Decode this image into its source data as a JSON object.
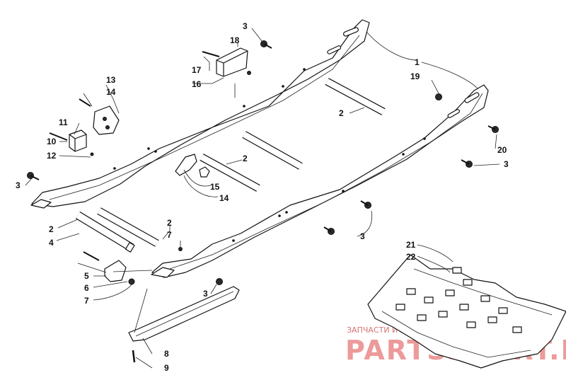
{
  "callouts": [
    {
      "id": "c1",
      "text": "1"
    },
    {
      "id": "c3a",
      "text": "3"
    },
    {
      "id": "c18",
      "text": "18"
    },
    {
      "id": "c19",
      "text": "19"
    },
    {
      "id": "c17",
      "text": "17"
    },
    {
      "id": "c16",
      "text": "16"
    },
    {
      "id": "c13",
      "text": "13"
    },
    {
      "id": "c14a",
      "text": "14"
    },
    {
      "id": "c2a",
      "text": "2"
    },
    {
      "id": "c11",
      "text": "11"
    },
    {
      "id": "c20",
      "text": "20"
    },
    {
      "id": "c10",
      "text": "10"
    },
    {
      "id": "c12",
      "text": "12"
    },
    {
      "id": "c2b",
      "text": "2"
    },
    {
      "id": "c3b",
      "text": "3"
    },
    {
      "id": "c3c",
      "text": "3"
    },
    {
      "id": "c15",
      "text": "15"
    },
    {
      "id": "c14b",
      "text": "14"
    },
    {
      "id": "c3d",
      "text": "3"
    },
    {
      "id": "c2c",
      "text": "2"
    },
    {
      "id": "c2d",
      "text": "2"
    },
    {
      "id": "c7a",
      "text": "7"
    },
    {
      "id": "c4",
      "text": "4"
    },
    {
      "id": "c21",
      "text": "21"
    },
    {
      "id": "c22",
      "text": "22"
    },
    {
      "id": "c5",
      "text": "5"
    },
    {
      "id": "c6",
      "text": "6"
    },
    {
      "id": "c7b",
      "text": "7"
    },
    {
      "id": "c3e",
      "text": "3"
    },
    {
      "id": "c8",
      "text": "8"
    },
    {
      "id": "c9",
      "text": "9"
    }
  ],
  "watermark": {
    "tagline": "ЗАПЧАСТИ И АКСЕССУАРЫ ДЛЯ МОТОТЕХНИКИ",
    "brand": "PARTSSPORT.RU"
  }
}
